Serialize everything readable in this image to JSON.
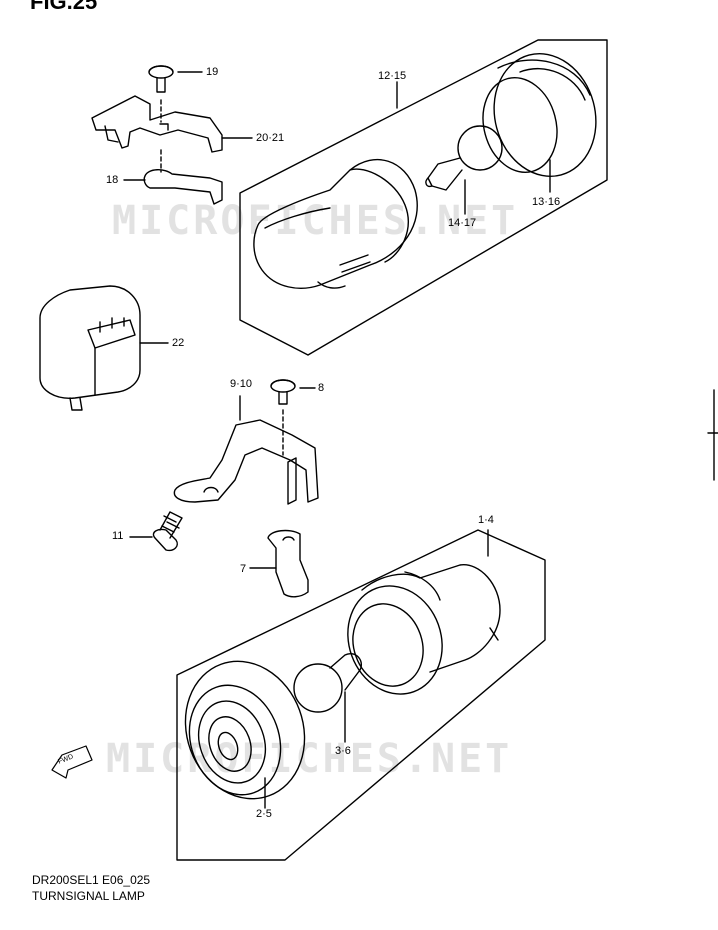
{
  "figure_number": "FIG.25",
  "watermark": "MICROFICHES.NET",
  "footer": {
    "code": "DR200SEL1 E06_025",
    "title": "TURNSIGNAL LAMP"
  },
  "fwd_label": "FWD",
  "part_labels": {
    "p19": "19",
    "p20_21": "20·21",
    "p18": "18",
    "p12_15": "12·15",
    "p13_16": "13·16",
    "p14_17": "14·17",
    "p22": "22",
    "p9_10": "9·10",
    "p8": "8",
    "p11": "11",
    "p7": "7",
    "p1_4": "1·4",
    "p3_6": "3·6",
    "p2_5": "2·5"
  }
}
